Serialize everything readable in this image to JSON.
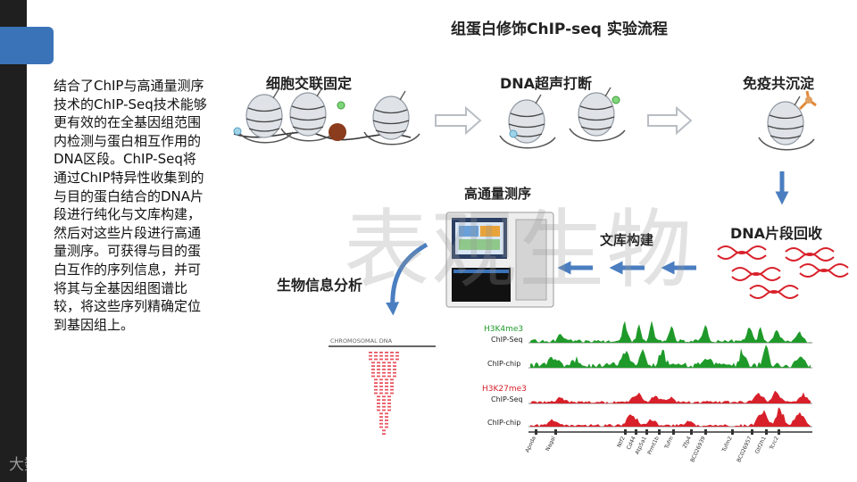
{
  "title": "组蛋白修饰ChIP-seq 实验流程",
  "description": "结合了ChIP与高通量测序技术的ChIP-Seq技术能够更有效的在全基因组范围内检测与蛋白相互作用的DNA区段。ChIP-Seq将通过ChIP特异性收集到的与目的蛋白结合的DNA片段进行纯化与文库构建，然后对这些片段进行高通量测序。可获得与目的蛋白互作的序列信息，并可将其与全基因组图谱比较，将这些序列精确定位到基因组上。",
  "steps": {
    "crosslink": "细胞交联固定",
    "sonication": "DNA超声打断",
    "ip": "免疫共沉淀",
    "recovery": "DNA片段回收",
    "library": "文库构建",
    "sequencing": "高通量测序",
    "bioinfo": "生物信息分析"
  },
  "watermark": "表观生物",
  "brand": "大数跨境",
  "chromosomal_label": "CHROMOSOMAL DNA",
  "tracks": {
    "mark1": "H3K4me3",
    "mark1_seq": "ChIP-Seq",
    "mark1_chip": "ChIP-chip",
    "mark2": "H3K27me3",
    "mark2_seq": "ChIP-Seq",
    "mark2_chip": "ChIP-chip"
  },
  "genes": [
    "Apoda",
    "Nagal",
    "Ntf2",
    "Cd44",
    "Atp5a1",
    "Prmt1b",
    "Tufm",
    "Zfp4",
    "BC026939",
    "Tufm2",
    "BC026957",
    "Gtf2h1",
    "Tcrc2"
  ],
  "colors": {
    "accent": "#3b73b9",
    "arrow": "#4a7ec0",
    "green": "#1f9a2a",
    "red": "#d8202a"
  }
}
